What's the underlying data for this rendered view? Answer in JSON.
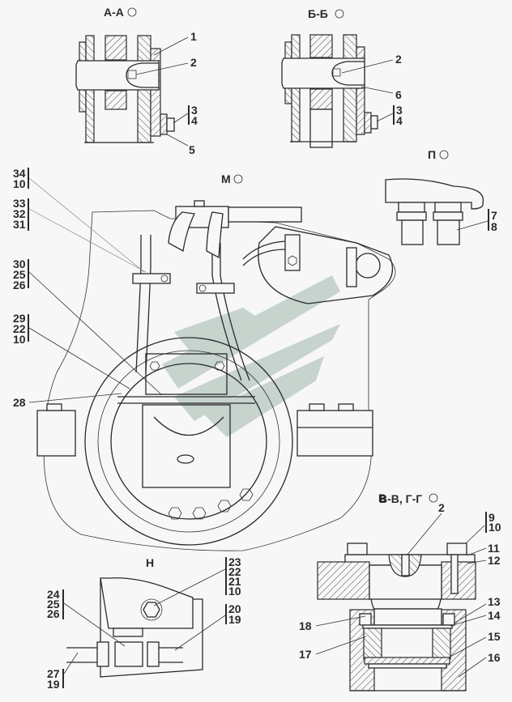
{
  "views": {
    "section_aa": {
      "title": "А-А",
      "marker": "rotate-icon",
      "callouts": [
        "1",
        "2",
        "3",
        "4",
        "5"
      ]
    },
    "section_bb": {
      "title": "Б-Б",
      "marker": "rotate-icon",
      "callouts": [
        "2",
        "6",
        "3",
        "4"
      ]
    },
    "view_p": {
      "title": "П",
      "marker": "rotate-icon",
      "callouts": [
        "7",
        "8"
      ]
    },
    "view_m": {
      "title": "М",
      "marker": "rotate-icon"
    },
    "view_n": {
      "title": "Н"
    },
    "section_vv_gg": {
      "title": "В-В, Г-Г",
      "marker": "rotate-icon",
      "callouts": [
        "2",
        "9",
        "10",
        "11",
        "12",
        "13",
        "14",
        "15",
        "16",
        "17",
        "18"
      ]
    },
    "stray_letter": "В"
  },
  "main_callouts": {
    "g1": [
      "34",
      "10"
    ],
    "g2": [
      "33",
      "32",
      "31"
    ],
    "g3": [
      "30",
      "25",
      "26"
    ],
    "g4": [
      "29",
      "22",
      "10"
    ],
    "single": "28"
  },
  "aa_labels": {
    "l1": "1",
    "l2": "2",
    "l3": "3",
    "l4": "4",
    "l5": "5"
  },
  "bb_labels": {
    "l2": "2",
    "l6": "6",
    "l3": "3",
    "l4": "4"
  },
  "p_labels": {
    "l7": "7",
    "l8": "8"
  },
  "n_labels": {
    "g1": [
      "23",
      "22",
      "21",
      "10"
    ],
    "g2": [
      "24",
      "25",
      "26"
    ],
    "g3": [
      "20",
      "19"
    ],
    "g4": [
      "27",
      "19"
    ]
  },
  "vg_labels": {
    "l2": "2",
    "l9": "9",
    "l10": "10",
    "l11": "11",
    "l12": "12",
    "l13": "13",
    "l14": "14",
    "l15": "15",
    "l16": "16",
    "l17": "17",
    "l18": "18"
  },
  "colors": {
    "line": "#2a2a2a",
    "background": "#f7f7f7",
    "watermark": "#c7d3cd"
  }
}
